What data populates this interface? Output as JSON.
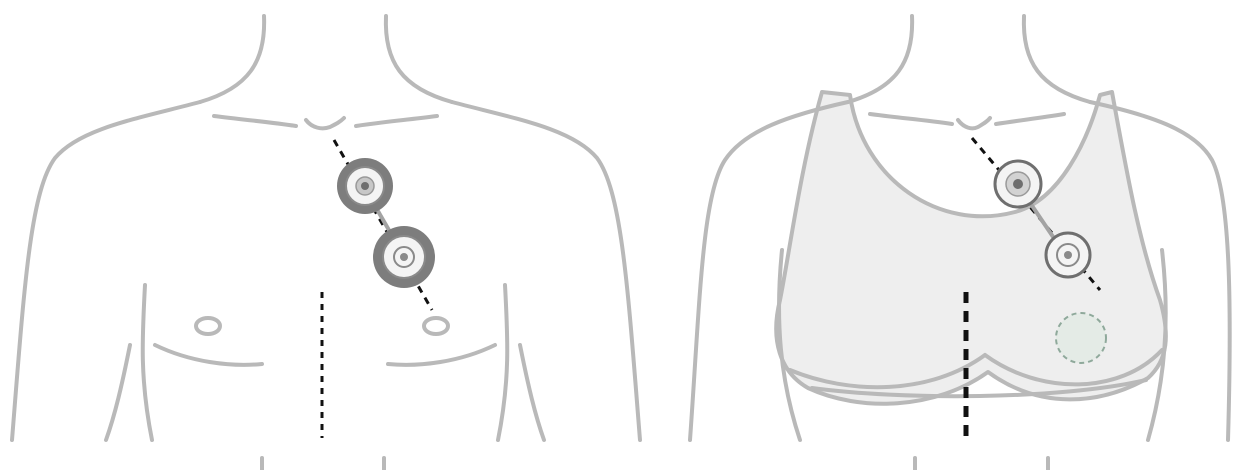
{
  "figures": [
    {
      "id": "male",
      "electrode_style": "patch-with-adhesive-ring",
      "midline_style": "thin-dotted"
    },
    {
      "id": "female",
      "electrode_style": "button-electrode",
      "midline_style": "thick-dashed",
      "bra": true,
      "nipple_marker_style": "dashed-circle"
    }
  ],
  "colors": {
    "outline": "#b9b9b9",
    "bra_fill": "#eeeeee",
    "guide_line": "#111111",
    "adhesive_ring": "#7d7d7d",
    "electrode_face": "#f4f4f4",
    "nipple_marker": "#8fa99b"
  }
}
